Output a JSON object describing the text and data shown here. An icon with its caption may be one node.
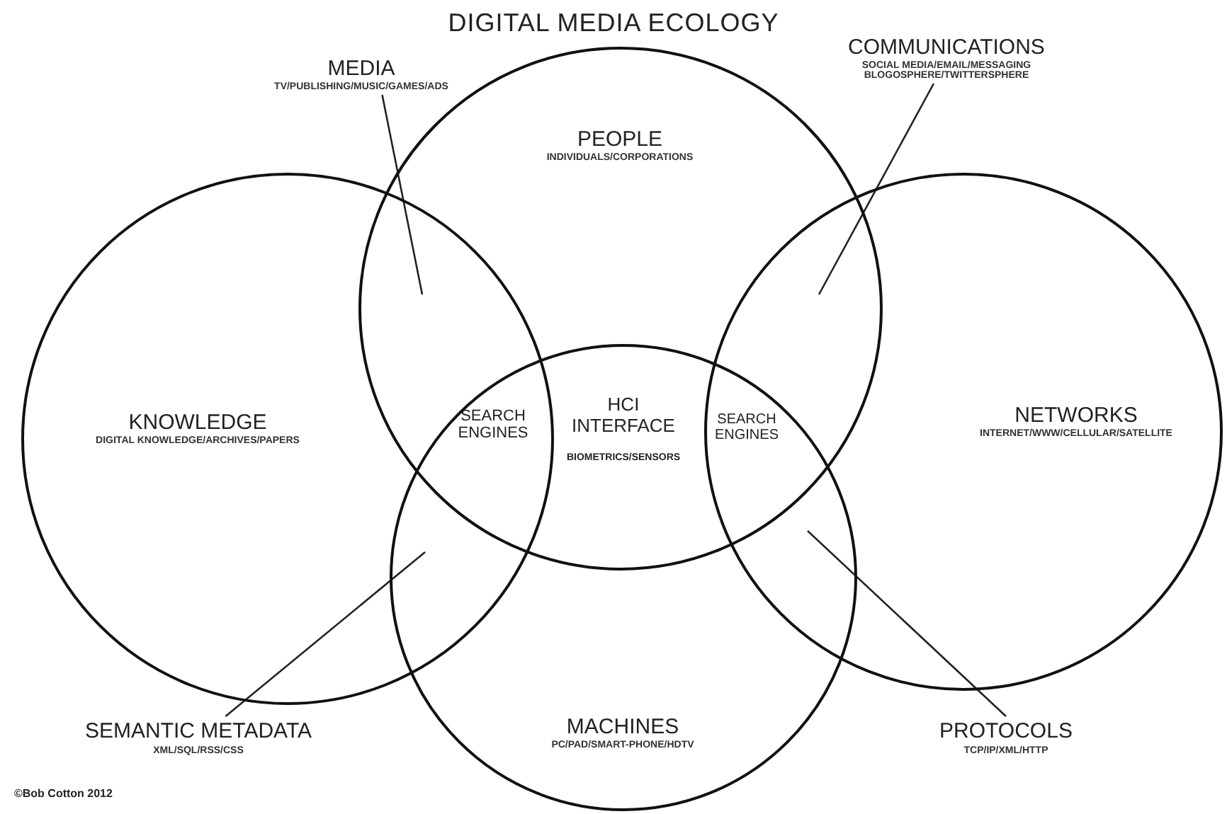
{
  "diagram": {
    "title": "DIGITAL MEDIA ECOLOGY",
    "nodes": [
      {
        "text": [
          "MEDIA",
          "TV/PUBLISHING/MUSIC/GAMES/ADS"
        ]
      },
      {
        "text": [
          "PEOPLE",
          "INDIVIDUALS/CORPORATIONS"
        ]
      },
      {
        "text": [
          "COMMUNICATIONS",
          "SOCIAL MEDIA/EMAIL/MESSAGING BLOGOSPHERE/TWITTERSPHERE"
        ]
      },
      {
        "text": [
          "KNOWLEDGE",
          "DIGITAL KNOWLEDGE/ARCHIVES/PAPERS"
        ]
      },
      {
        "text": [
          "NETWORKS",
          "INTERNET/WWW/CELLULAR/SATELLITE"
        ]
      },
      {
        "text": [
          "SEMANTIC METADATA",
          "XML/SQL/RSS/CSS"
        ]
      },
      {
        "text": [
          "MACHINES",
          "PC/PAD/SMART-PHONE/HDTV"
        ]
      },
      {
        "text": [
          "PROTOCOLS",
          "TCP/IP/XML/HTTP"
        ]
      }
    ],
    "edges": [
      {
        "from": 0,
        "to": 1,
        "arrow": "none"
      },
      {
        "from": 2,
        "to": 4,
        "arrow": "none"
      },
      {
        "from": 5,
        "to": 6,
        "arrow": "none"
      },
      {
        "from": 7,
        "to": 6,
        "arrow": "none"
      }
    ],
    "labels": [
      "SEARCH ENGINES",
      "HCI INTERFACE",
      "SEARCH ENGINES",
      "BIOMETRICS/SENSORS",
      "©Bob Cotton 2012"
    ]
  }
}
